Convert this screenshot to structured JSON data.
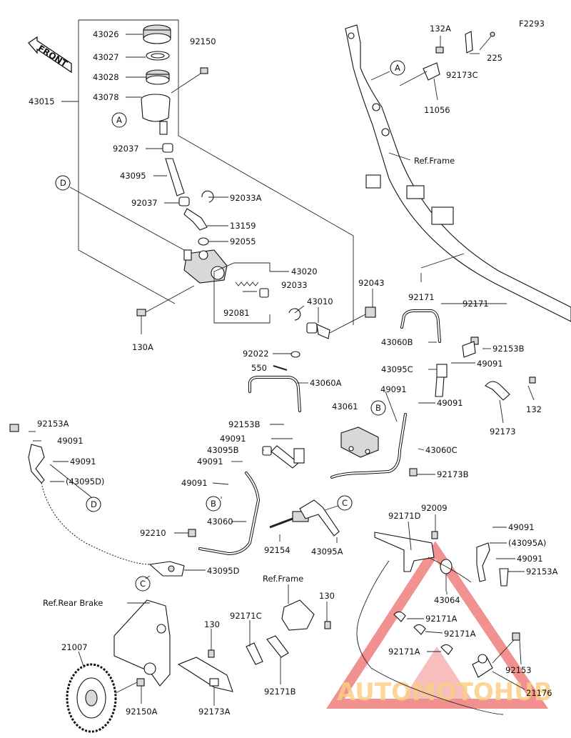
{
  "diagram_code": "F2293",
  "front_label": "FRONT",
  "ref_frame_label": "Ref.Frame",
  "ref_frame_label_2": "Ref.Frame",
  "ref_rear_brake_label": "Ref.Rear Brake",
  "watermark": "AUTOMOTOHUB",
  "callouts": {
    "a1": "A",
    "a2": "A",
    "b1": "B",
    "b2": "B",
    "c1": "C",
    "c2": "C",
    "d1": "D",
    "d2": "D"
  },
  "parts": {
    "p43026": "43026",
    "p43027": "43027",
    "p43028": "43028",
    "p43078": "43078",
    "p43015": "43015",
    "p92150": "92150",
    "p92037a": "92037",
    "p43095": "43095",
    "p92037b": "92037",
    "p92033A": "92033A",
    "p13159": "13159",
    "p92055": "92055",
    "p43020": "43020",
    "p92033": "92033",
    "p43010": "43010",
    "p92081": "92081",
    "p92043": "92043",
    "p130A": "130A",
    "p92022": "92022",
    "p550": "550",
    "p43060A": "43060A",
    "p132A": "132A",
    "p225": "225",
    "p92173C": "92173C",
    "p11056": "11056",
    "p92171a": "92171",
    "p92171b": "92171",
    "p43060B": "43060B",
    "p92153B_r": "92153B",
    "p43095C": "43095C",
    "p49091_r1": "49091",
    "p49091_r2": "49091",
    "p49091_r3": "49091",
    "p132": "132",
    "p92173": "92173",
    "p92153A_l": "92153A",
    "p49091_l1": "49091",
    "p49091_l2": "49091",
    "p43095D_p": "(43095D)",
    "p92153B_m": "92153B",
    "p49091_m1": "49091",
    "p43095B": "43095B",
    "p49091_m2": "49091",
    "p43061": "43061",
    "p43060C": "43060C",
    "p92173B": "92173B",
    "p49091_m3": "49091",
    "p43060": "43060",
    "p92210": "92210",
    "p43095D": "43095D",
    "p92154": "92154",
    "p43095A": "43095A",
    "p92009": "92009",
    "p92171D": "92171D",
    "p49091_br1": "49091",
    "p43095A_p": "(43095A)",
    "p49091_br2": "49091",
    "p92153A_r": "92153A",
    "p43064": "43064",
    "p92171A_1": "92171A",
    "p92171A_2": "92171A",
    "p92171A_3": "92171A",
    "p92153": "92153",
    "p21176": "21176",
    "p92171C": "92171C",
    "p130_m": "130",
    "p92171B": "92171B",
    "p130_l": "130",
    "p21007": "21007",
    "p92150A": "92150A",
    "p92173A": "92173A"
  }
}
